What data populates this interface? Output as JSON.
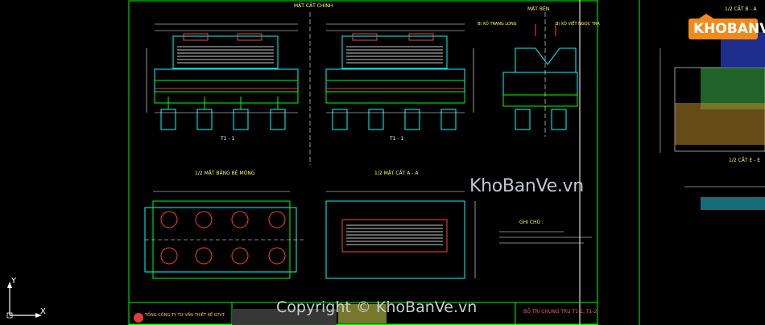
{
  "drawing": {
    "main_section_title": "MẶT CẮT CHÍNH",
    "side_view_title": "MẶT BÊN",
    "side_labels": [
      "BỊ XỎ TRANG LONG",
      "BỊ XỎ VIẾT NGỌC TRẠ"
    ],
    "plan_title": "1/2 MẶT BẰNG BỆ MÓNG",
    "section_aa_title": "1/2 MẶT CẮT A - A",
    "pier_left_label": "T1 - 1",
    "pier_right_label": "T1 - 1",
    "notes_title": "GHI CHÚ :",
    "right_section_a": "1/2 CẮT B - A",
    "right_section_e": "1/2 CẮT E - E",
    "title_block_company": "TỔNG CÔNG TY TƯ VẤN THIẾT KẾ GTVT",
    "title_block_sheet": "BỐ TRÍ CHUNG TRỤ T1-1, T1-2"
  },
  "watermark": {
    "site": "KhoBanVe.vn",
    "copyright": "Copyright © KhoBanVe.vn",
    "logo_text": "KHOBANVE"
  },
  "ucs": {
    "x_label": "X",
    "y_label": "Y"
  },
  "colors": {
    "background": "#000000",
    "frame": "#00ff00",
    "outline": "#00ffff",
    "dim": "#ffffff",
    "accent": "#ff3030",
    "text": "#ffff00",
    "hatch": "#4f6cff",
    "brand": "#f08a1a"
  }
}
